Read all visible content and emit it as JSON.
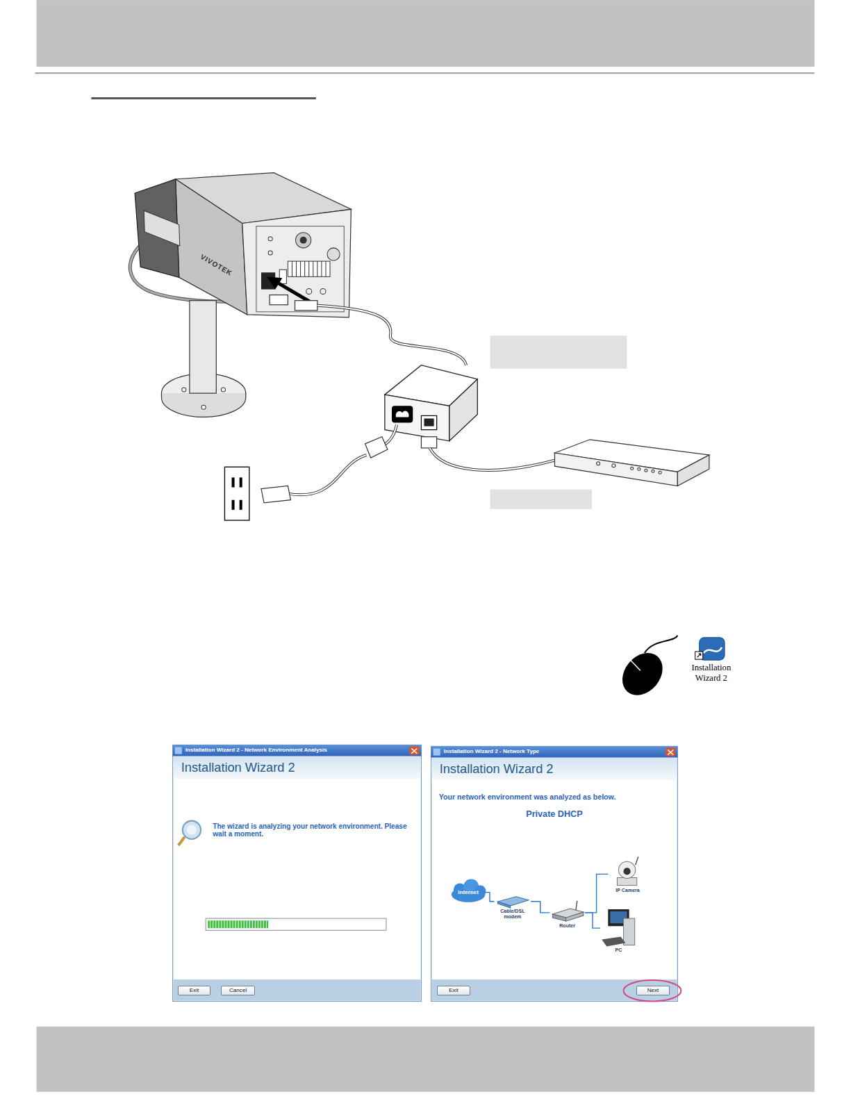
{
  "diagram": {
    "nodes": [
      {
        "text": [
          "Installation Wizard 2 - Network Environment Analysis",
          "Installation Wizard 2",
          "The wizard is analyzing your network environment. Please wait a moment."
        ]
      },
      {
        "text": [
          "Exit"
        ],
        "in": 0
      },
      {
        "text": [
          "Cancel"
        ],
        "in": 0
      },
      {
        "text": [
          "Installation Wizard 2 - Network Type",
          "Installation Wizard 2",
          "Your network environment was analyzed as below.",
          "Private DHCP"
        ]
      },
      {
        "text": [
          "Internet"
        ],
        "in": 3
      },
      {
        "text": [
          "Cable/DSL modem"
        ],
        "in": 3
      },
      {
        "text": [
          "Router"
        ],
        "in": 3
      },
      {
        "text": [
          "IP Camera"
        ],
        "in": 3
      },
      {
        "text": [
          "PC"
        ],
        "in": 3
      },
      {
        "text": [
          "Exit"
        ],
        "in": 3
      },
      {
        "text": [
          "Next"
        ],
        "in": 3
      }
    ],
    "edges": [
      {
        "from": 4,
        "to": 5,
        "arrow": "none"
      },
      {
        "from": 5,
        "to": 6,
        "arrow": "none"
      },
      {
        "from": 6,
        "to": 7,
        "arrow": "none"
      },
      {
        "from": 6,
        "to": 8,
        "arrow": "none"
      }
    ],
    "labels": [
      "VIVOTEK",
      "Installation Wizard 2"
    ]
  }
}
